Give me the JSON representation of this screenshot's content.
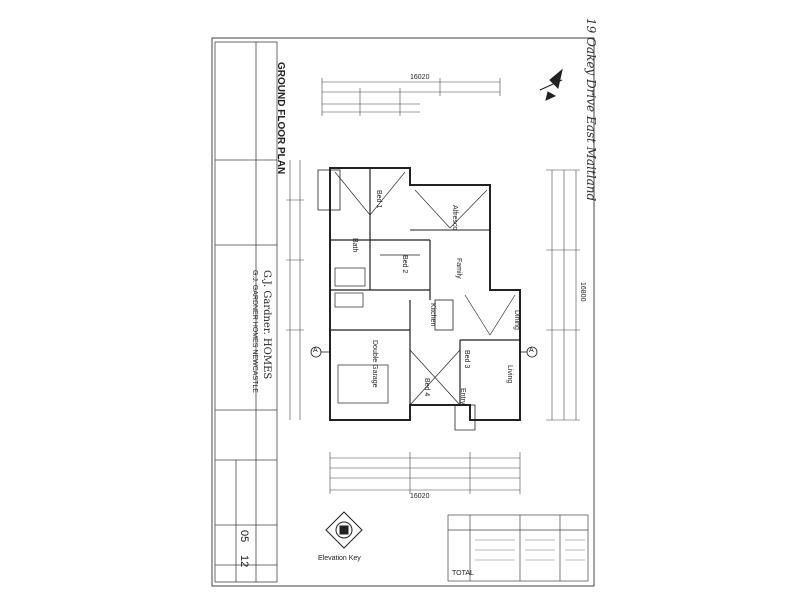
{
  "annotation": {
    "address": "19 Oakey Drive East Maitland"
  },
  "title_block": {
    "drawing_title": "GROUND FLOOR PLAN",
    "company": "G.J. Gardner. HOMES",
    "company_line": "G.J. GARDNER HOMES NEWCASTLE",
    "sheet": "05",
    "sheets_total": "12"
  },
  "plan": {
    "rooms": [
      "Bed 1",
      "Alfresco",
      "Family",
      "Bed 2",
      "Bath",
      "Kitchen",
      "Dining",
      "Double Garage",
      "Bed 4",
      "Bed 3",
      "Living",
      "Entry"
    ],
    "dimensions": {
      "overall_top": "16020",
      "overall_bottom": "16020",
      "overall_right": "16800"
    },
    "section_marker": "A",
    "elevation_key": "Elevation Key",
    "total_label": "TOTAL"
  },
  "colors": {
    "ink": "#333333",
    "paper": "#ffffff",
    "hatch": "#555555"
  },
  "icons": {
    "north_arrow": "north-arrow-icon"
  }
}
